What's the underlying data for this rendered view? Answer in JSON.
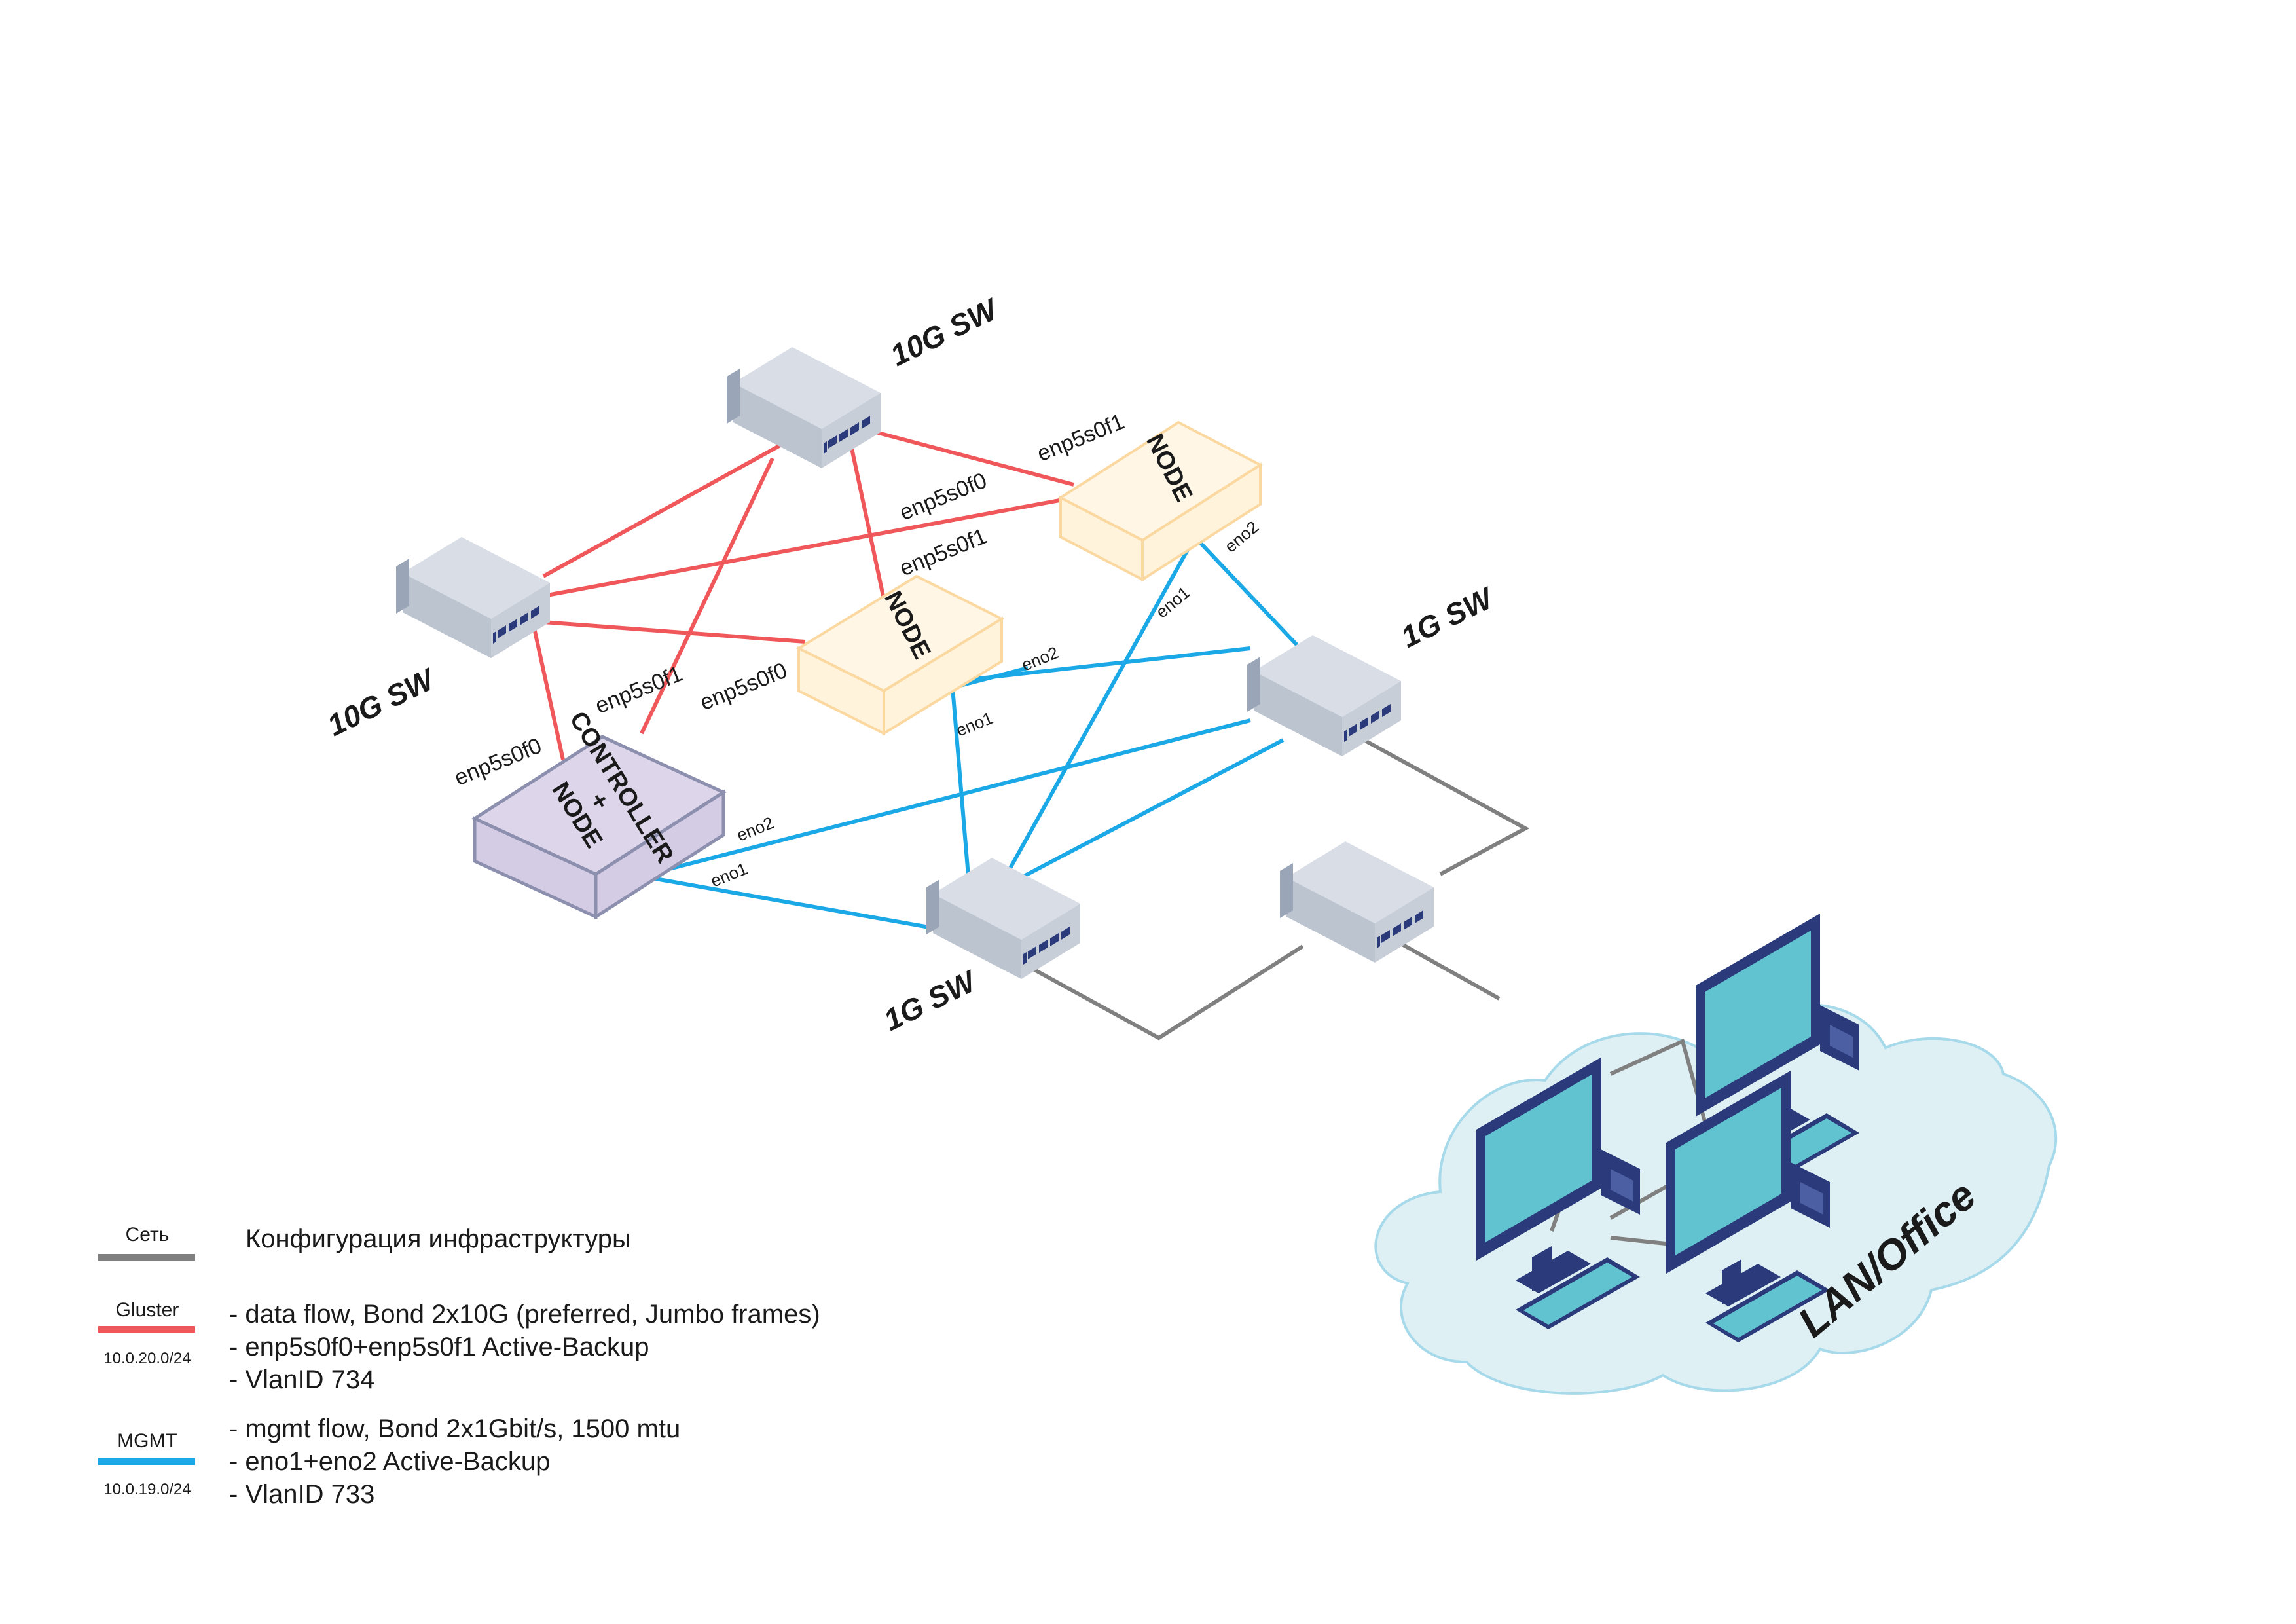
{
  "nodes": {
    "sw10g_top": {
      "label": "10G SW"
    },
    "sw10g_left": {
      "label": "10G SW"
    },
    "sw1g_right": {
      "label": "1G SW"
    },
    "sw1g_bottom": {
      "label": "1G SW"
    },
    "node_right": {
      "label": "NODE"
    },
    "node_center": {
      "label": "NODE"
    },
    "controller": {
      "label_line1": "CONTROLLER",
      "label_line2": "+",
      "label_line3": "NODE"
    },
    "lan": {
      "label": "LAN/Office"
    }
  },
  "port_labels": {
    "nr_top": "enp5s0f1",
    "nr_mid": "enp5s0f0",
    "nc_top": "enp5s0f1",
    "nc_left": "enp5s0f0",
    "ctrl_left": "enp5s0f0",
    "ctrl_mid": "enp5s0f1",
    "nr_eno1": "eno1",
    "nr_eno2": "eno2",
    "nc_eno1": "eno1",
    "nc_eno2": "eno2",
    "ctrl_eno1": "eno1",
    "ctrl_eno2": "eno2"
  },
  "legend": {
    "title": "Конфигурация инфраструктуры",
    "items": [
      {
        "name": "Сеть",
        "subnet": "",
        "color": "#808080",
        "lines": []
      },
      {
        "name": "Gluster",
        "subnet": "10.0.20.0/24",
        "color": "#f0575a",
        "lines": [
          "- data flow, Bond 2x10G (preferred, Jumbo frames)",
          "- enp5s0f0+enp5s0f1 Active-Backup",
          "- VlanID 734"
        ]
      },
      {
        "name": "MGMT",
        "subnet": "10.0.19.0/24",
        "color": "#1aa8e6",
        "lines": [
          "- mgmt flow, Bond 2x1Gbit/s, 1500 mtu",
          "- eno1+eno2 Active-Backup",
          "- VlanID 733"
        ]
      }
    ]
  }
}
